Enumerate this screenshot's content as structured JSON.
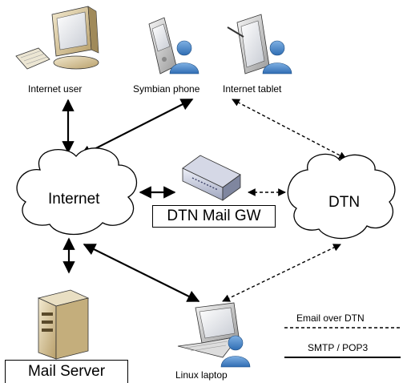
{
  "nodes": {
    "internet_user": "Internet user",
    "symbian_phone": "Symbian phone",
    "internet_tablet": "Internet tablet",
    "internet": "Internet",
    "dtn": "DTN",
    "gateway": "DTN Mail GW",
    "mail_server": "Mail Server",
    "linux_laptop": "Linux laptop"
  },
  "legend": {
    "dashed": "Email over DTN",
    "solid": "SMTP / POP3"
  },
  "icons": {
    "desktop": "desktop-computer-icon",
    "phone": "smartphone-icon",
    "tablet": "tablet-icon",
    "server": "server-tower-icon",
    "laptop": "laptop-icon",
    "gateway": "gateway-device-icon",
    "person": "person-icon"
  }
}
